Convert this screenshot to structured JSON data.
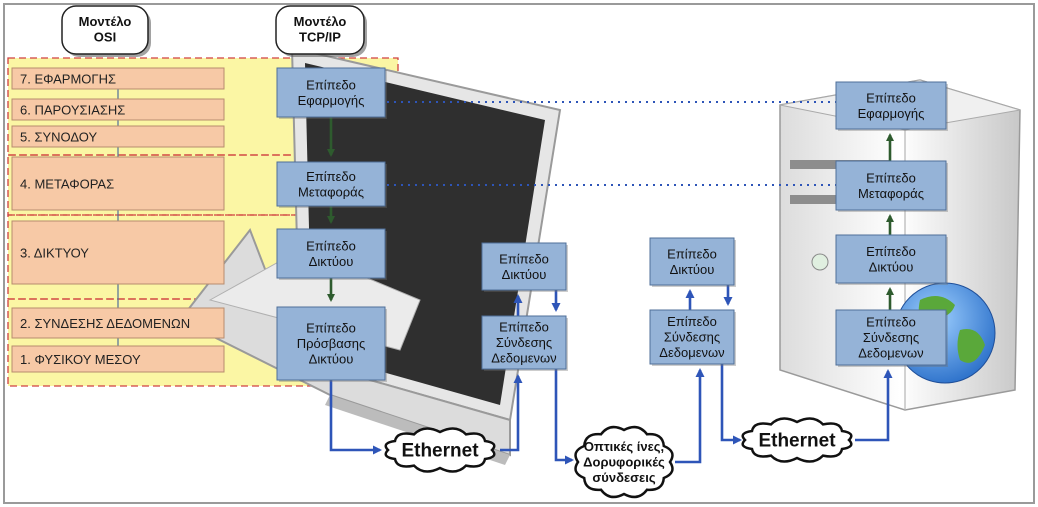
{
  "headers": {
    "osi": [
      "Μοντέλο",
      "OSI"
    ],
    "tcpip": [
      "Μοντέλο",
      "TCP/IP"
    ]
  },
  "osi_layers": [
    "7. ΕΦΑΡΜΟΓΗΣ",
    "6. ΠΑΡΟΥΣΙΑΣΗΣ",
    "5. ΣΥΝΟΔΟΥ",
    "4. ΜΕΤΑΦΟΡΑΣ",
    "3. ΔΙΚΤΥΟΥ",
    "2. ΣΥΝΔΕΣΗΣ ΔΕΔΟΜΕΝΩΝ",
    "1. ΦΥΣΙΚΟΥ ΜΕΣΟΥ"
  ],
  "client_stack": [
    [
      "Επίπεδο",
      "Εφαρμογής"
    ],
    [
      "Επίπεδο",
      "Μεταφοράς"
    ],
    [
      "Επίπεδο",
      "Δικτύου"
    ],
    [
      "Επίπεδο",
      "Πρόσβασης",
      "Δικτύου"
    ]
  ],
  "router1": [
    [
      "Επίπεδο",
      "Δικτύου"
    ],
    [
      "Επίπεδο",
      "Σύνδεσης",
      "Δεδομενων"
    ]
  ],
  "router2": [
    [
      "Επίπεδο",
      "Δικτύου"
    ],
    [
      "Επίπεδο",
      "Σύνδεσης",
      "Δεδομενων"
    ]
  ],
  "server_stack": [
    [
      "Επίπεδο",
      "Εφαρμογής"
    ],
    [
      "Επίπεδο",
      "Μεταφοράς"
    ],
    [
      "Επίπεδο",
      "Δικτύου"
    ],
    [
      "Επίπεδο",
      "Σύνδεσης",
      "Δεδομενων"
    ]
  ],
  "clouds": {
    "ethernet_1": [
      "Ethernet"
    ],
    "fiber_satellite": [
      "Οπτικές ίνες,",
      "Δορυφορικές",
      "σύνδεσεις"
    ],
    "ethernet_2": [
      "Ethernet"
    ]
  },
  "colors": {
    "osi_panel": "#fbf59a",
    "osi_box": "#f7c9a6",
    "layer_box": "#95b3d7",
    "layer_box_border": "#4f6f99",
    "arrow_green": "#2e5b2e",
    "link_blue": "#2e55b8",
    "dashed_red": "#d04040"
  }
}
